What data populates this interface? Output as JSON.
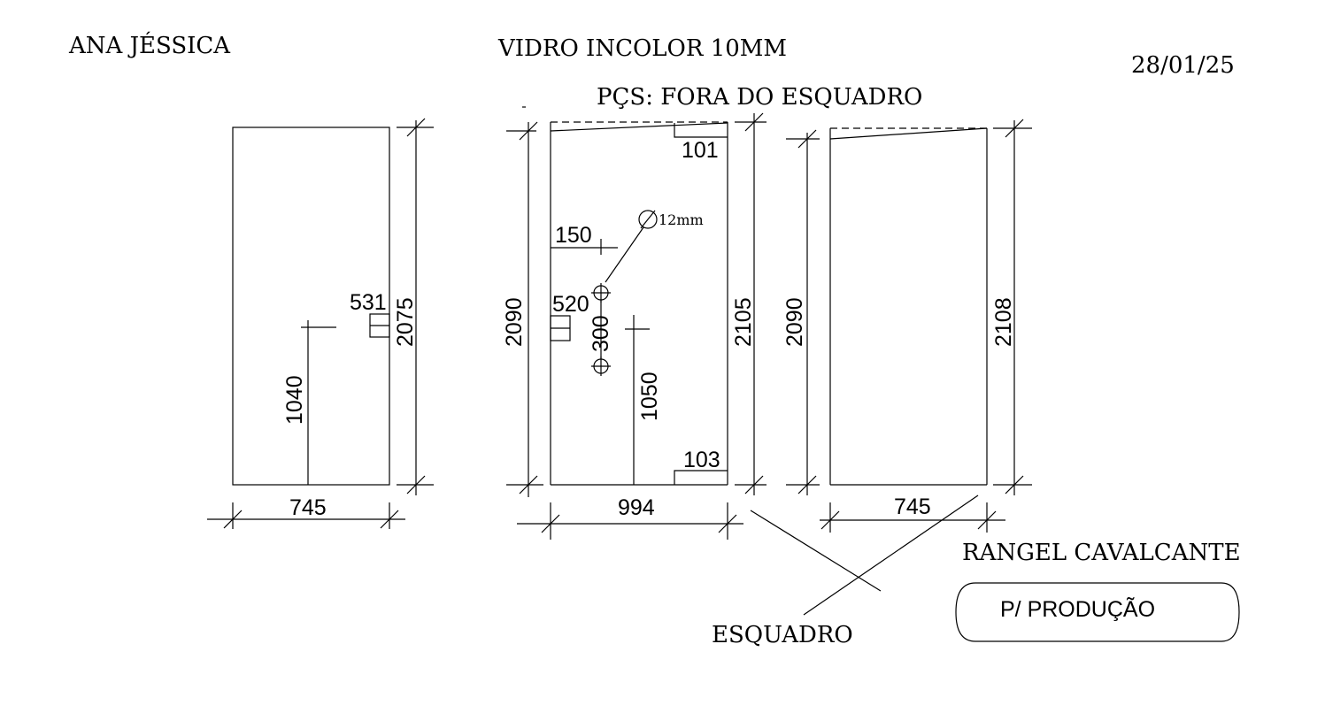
{
  "header": {
    "client": "ANA JÉSSICA",
    "material": "VIDRO INCOLOR 10MM",
    "date": "28/01/25",
    "note": "PÇS: FORA DO ESQUADRO"
  },
  "panel_left": {
    "width": "745",
    "height": "2075",
    "handle_height": "1040",
    "notch": "531"
  },
  "panel_center": {
    "width": "994",
    "height_left": "2090",
    "height_right": "2105",
    "notch_top": "101",
    "notch_bottom": "103",
    "hole_offset": "150",
    "hole_diameter": "12mm",
    "hole_spacing": "300",
    "notch_side": "520",
    "handle_height": "1050"
  },
  "panel_right": {
    "width": "745",
    "height_left": "2090",
    "height_right": "2108"
  },
  "footer": {
    "square_label": "ESQUADRO",
    "author": "RANGEL CAVALCANTE",
    "status": "P/ PRODUÇÃO"
  }
}
